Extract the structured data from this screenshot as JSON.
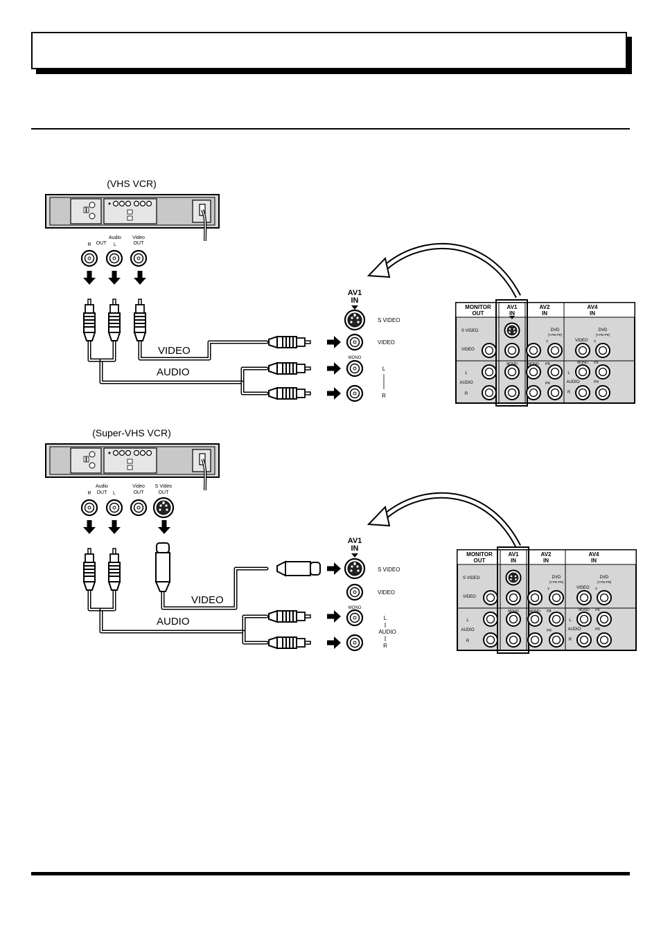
{
  "page": {
    "header_title": ""
  },
  "diagram1": {
    "vcr_label": "(VHS VCR)",
    "jacks": {
      "audio": "Audio",
      "out": "OUT",
      "r": "R",
      "l": "L",
      "video": "Video",
      "video_out": "OUT"
    },
    "cable_video": "VIDEO",
    "cable_audio": "AUDIO",
    "av1": "AV1",
    "in": "IN",
    "s_video": "S VIDEO",
    "video": "VIDEO",
    "mono": "MONO",
    "l": "L",
    "r": "R"
  },
  "diagram2": {
    "vcr_label": "(Super-VHS VCR)",
    "jacks": {
      "audio": "Audio",
      "out": "OUT",
      "r": "R",
      "l": "L",
      "video": "Video",
      "video_out": "OUT",
      "s_video": "S Video",
      "s_video_out": "OUT"
    },
    "cable_video": "VIDEO",
    "cable_audio": "AUDIO",
    "av1": "AV1",
    "in": "IN",
    "s_video": "S VIDEO",
    "video": "VIDEO",
    "mono": "MONO",
    "l": "L",
    "audio": "AUDIO",
    "r": "R"
  },
  "panel": {
    "monitor": "MONITOR",
    "out": "OUT",
    "av1": "AV1",
    "av2": "AV2",
    "av4": "AV4",
    "in": "IN",
    "s_video": "S VIDEO",
    "video": "VIDEO",
    "mono": "MONO",
    "dvd": "DVD",
    "dvd_sub": "[Y-PB-PR]",
    "y": "Y",
    "pb": "PB",
    "pr": "PR",
    "l": "L",
    "audio": "AUDIO",
    "r": "R"
  }
}
